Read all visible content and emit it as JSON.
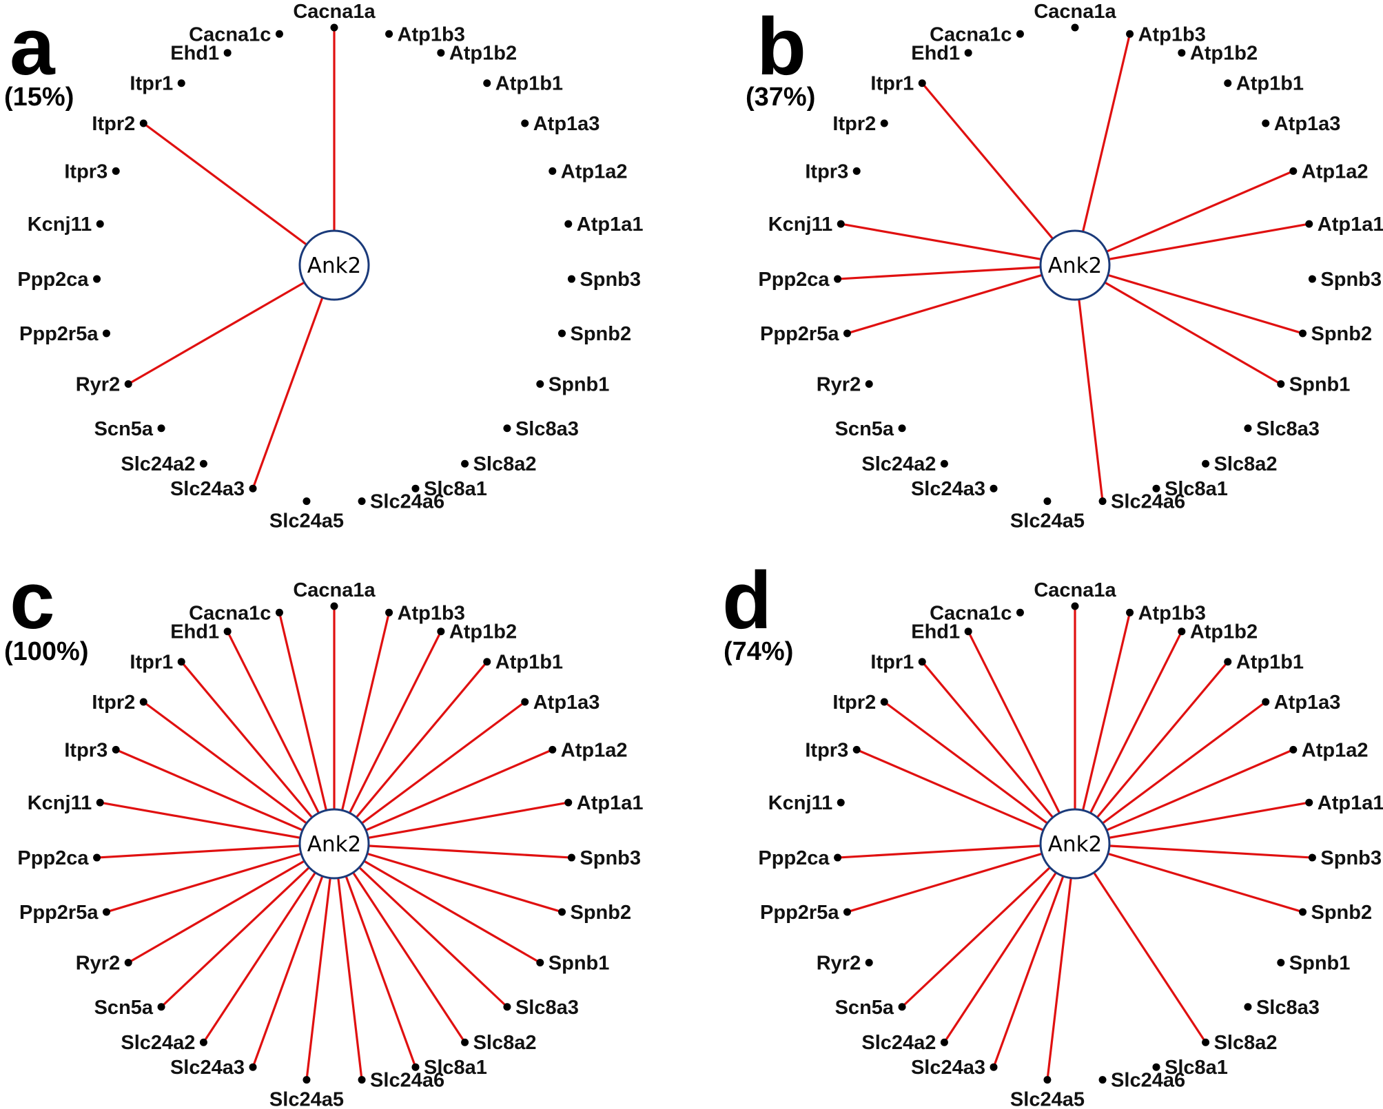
{
  "figure": {
    "hub": "Ank2",
    "genes": [
      "Cacna1a",
      "Atp1b3",
      "Atp1b2",
      "Atp1b1",
      "Atp1a3",
      "Atp1a2",
      "Atp1a1",
      "Spnb3",
      "Spnb2",
      "Spnb1",
      "Slc8a3",
      "Slc8a2",
      "Slc8a1",
      "Slc24a6",
      "Slc24a5",
      "Slc24a3",
      "Slc24a2",
      "Scn5a",
      "Ryr2",
      "Ppp2r5a",
      "Ppp2ca",
      "Kcnj11",
      "Itpr3",
      "Itpr2",
      "Itpr1",
      "Ehd1",
      "Cacna1c"
    ],
    "colors": {
      "edge": "#e01010",
      "hub_border": "#1a3a7a",
      "node": "#000000"
    },
    "panels": [
      {
        "letter": "a",
        "percent": "(15%)",
        "connected": [
          "Cacna1a",
          "Itpr2",
          "Ryr2",
          "Slc24a3"
        ]
      },
      {
        "letter": "b",
        "percent": "(37%)",
        "connected": [
          "Atp1b3",
          "Atp1a2",
          "Atp1a1",
          "Spnb2",
          "Spnb1",
          "Slc24a6",
          "Ppp2r5a",
          "Ppp2ca",
          "Kcnj11",
          "Itpr1"
        ]
      },
      {
        "letter": "c",
        "percent": "(100%)",
        "connected": [
          "Cacna1a",
          "Atp1b3",
          "Atp1b2",
          "Atp1b1",
          "Atp1a3",
          "Atp1a2",
          "Atp1a1",
          "Spnb3",
          "Spnb2",
          "Spnb1",
          "Slc8a3",
          "Slc8a2",
          "Slc8a1",
          "Slc24a6",
          "Slc24a5",
          "Slc24a3",
          "Slc24a2",
          "Scn5a",
          "Ryr2",
          "Ppp2r5a",
          "Ppp2ca",
          "Kcnj11",
          "Itpr3",
          "Itpr2",
          "Itpr1",
          "Ehd1",
          "Cacna1c"
        ]
      },
      {
        "letter": "d",
        "percent": "(74%)",
        "connected": [
          "Cacna1a",
          "Atp1b3",
          "Atp1b2",
          "Atp1b1",
          "Atp1a3",
          "Atp1a2",
          "Atp1a1",
          "Spnb3",
          "Spnb2",
          "Slc8a2",
          "Slc24a5",
          "Slc24a3",
          "Slc24a2",
          "Scn5a",
          "Ppp2r5a",
          "Ppp2ca",
          "Itpr3",
          "Itpr2",
          "Itpr1",
          "Ehd1"
        ]
      }
    ]
  }
}
